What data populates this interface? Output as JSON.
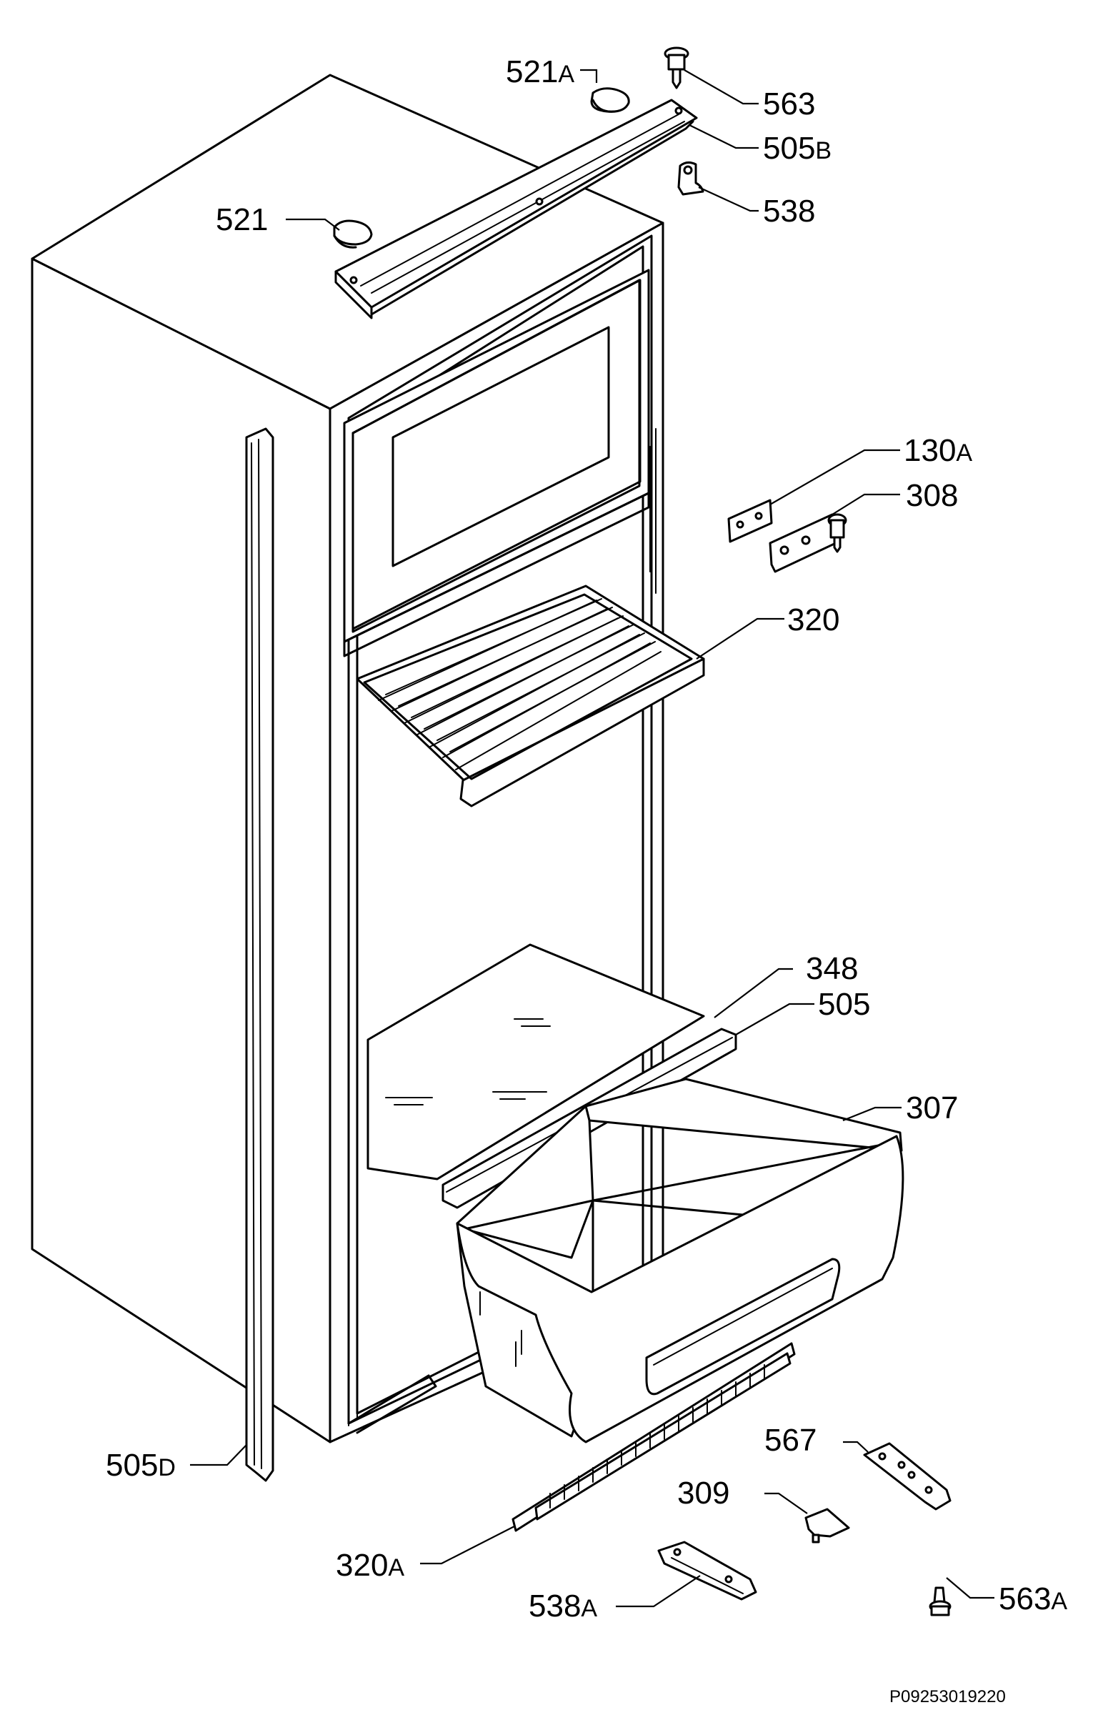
{
  "drawing_code": "P09253019220",
  "callouts": [
    {
      "id": "521A",
      "label": "521",
      "suffix": "A"
    },
    {
      "id": "563",
      "label": "563",
      "suffix": ""
    },
    {
      "id": "505B",
      "label": "505",
      "suffix": "B"
    },
    {
      "id": "538",
      "label": "538",
      "suffix": ""
    },
    {
      "id": "521",
      "label": "521",
      "suffix": ""
    },
    {
      "id": "130A",
      "label": "130",
      "suffix": "A"
    },
    {
      "id": "308",
      "label": "308",
      "suffix": ""
    },
    {
      "id": "320",
      "label": "320",
      "suffix": ""
    },
    {
      "id": "348",
      "label": "348",
      "suffix": ""
    },
    {
      "id": "505",
      "label": "505",
      "suffix": ""
    },
    {
      "id": "307",
      "label": "307",
      "suffix": ""
    },
    {
      "id": "505D",
      "label": "505",
      "suffix": "D"
    },
    {
      "id": "567",
      "label": "567",
      "suffix": ""
    },
    {
      "id": "309",
      "label": "309",
      "suffix": ""
    },
    {
      "id": "563A",
      "label": "563",
      "suffix": "A"
    },
    {
      "id": "320A",
      "label": "320",
      "suffix": "A"
    },
    {
      "id": "538A",
      "label": "538",
      "suffix": "A"
    }
  ]
}
